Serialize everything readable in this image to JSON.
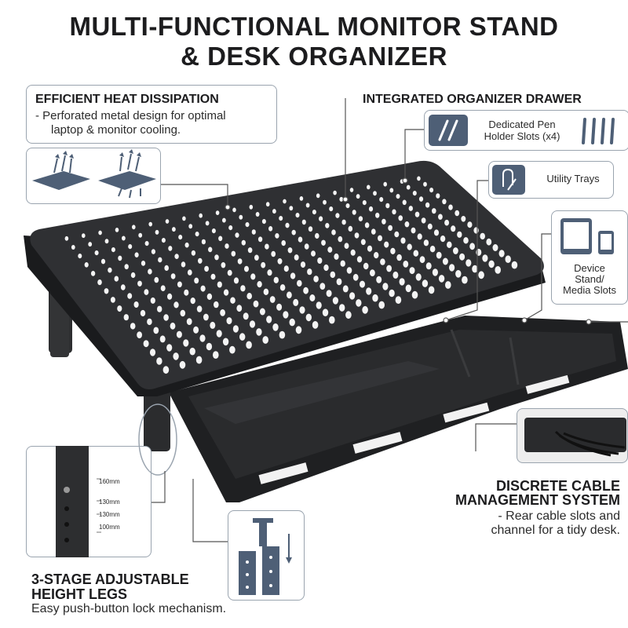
{
  "title": {
    "line1": "MULTI-FUNCTIONAL MONITOR STAND",
    "line2": "& DESK ORGANIZER"
  },
  "heat": {
    "heading": "EFFICIENT HEAT DISSIPATION",
    "desc_line1": "- Perforated metal design for optimal",
    "desc_line2": "laptop & monitor cooling."
  },
  "drawer": {
    "heading": "INTEGRATED ORGANIZER DRAWER",
    "pen_line1": "Dedicated Pen",
    "pen_line2": "Holder Slots (x4)",
    "utility": "Utility Trays",
    "device_line1": "Device",
    "device_line2": "Stand/",
    "device_line3": "Media Slots"
  },
  "cable": {
    "heading_line1": "DISCRETE CABLE",
    "heading_line2": "MANAGEMENT SYSTEM",
    "desc_line1": "- Rear cable slots and",
    "desc_line2": "channel for a tidy desk."
  },
  "legs": {
    "heading_line1": "3-STAGE ADJUSTABLE",
    "heading_line2": "HEIGHT LEGS",
    "desc": "Easy push-button lock mechanism.",
    "marks": [
      "160mm",
      "130mm",
      "130mm",
      "100mm"
    ]
  },
  "colors": {
    "accent": "#4e5f76",
    "stand": "#2a2b2d",
    "border": "#9aa4af"
  }
}
